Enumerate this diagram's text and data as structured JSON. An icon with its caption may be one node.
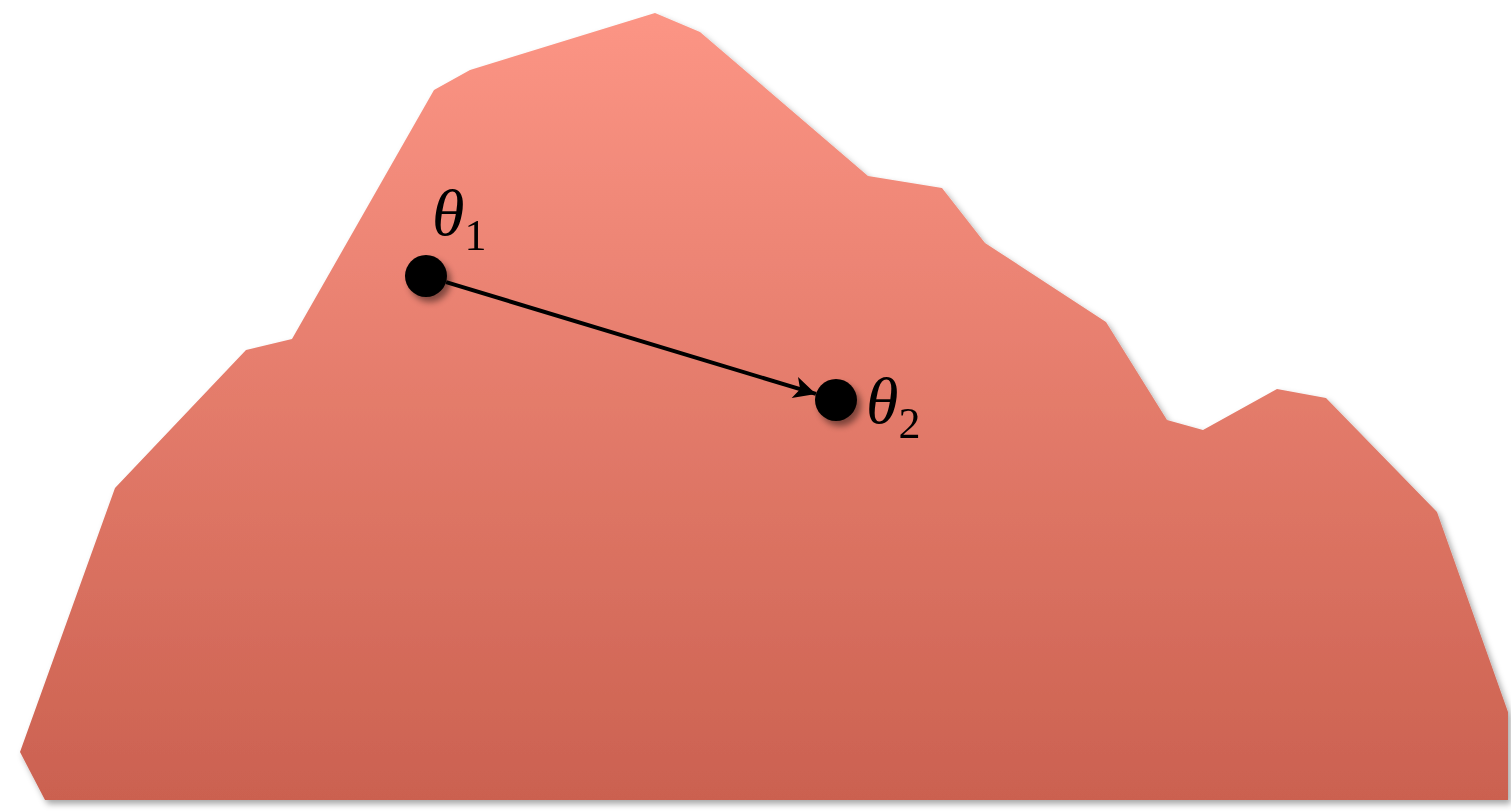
{
  "diagram": {
    "nodes": [
      {
        "text": [],
        "shape": "circle",
        "beside": [
          "*θ*$_{1}$"
        ]
      },
      {
        "text": [],
        "shape": "circle",
        "beside": [
          "*θ*$_{2}$"
        ]
      }
    ],
    "edges": [
      {
        "from": 0,
        "to": 1,
        "arrow": "to"
      }
    ]
  }
}
